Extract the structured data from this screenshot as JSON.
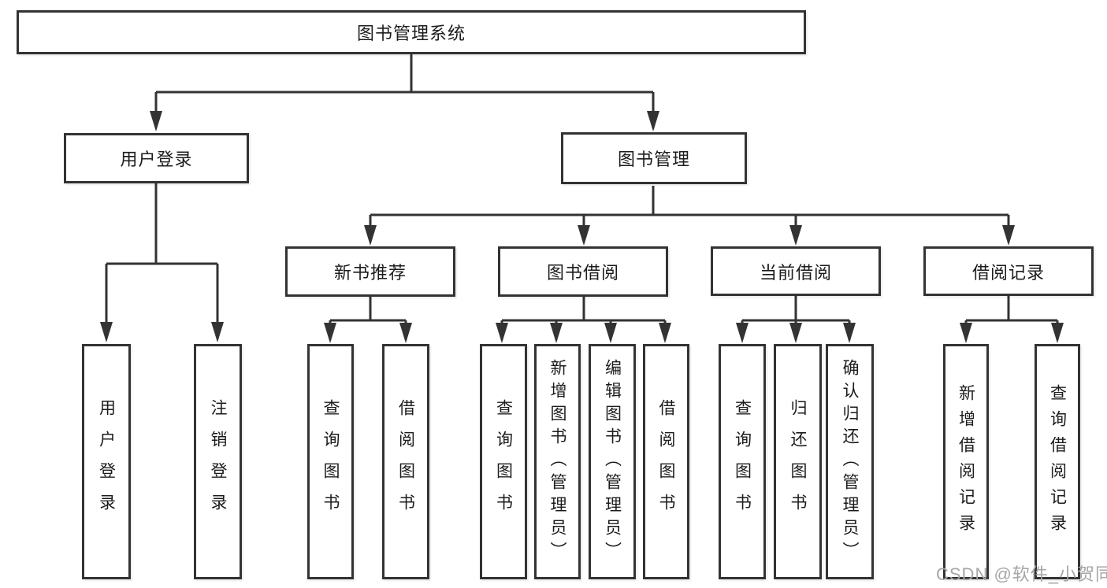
{
  "diagram": {
    "root": {
      "label": "图书管理系统"
    },
    "level1": [
      {
        "label": "用户登录"
      },
      {
        "label": "图书管理"
      }
    ],
    "level2": [
      {
        "label": "新书推荐"
      },
      {
        "label": "图书借阅"
      },
      {
        "label": "当前借阅"
      },
      {
        "label": "借阅记录"
      }
    ],
    "leaves": {
      "user_login": [
        "用户登录",
        "注销登录"
      ],
      "new_book": [
        "查询图书",
        "借阅图书"
      ],
      "book_borrow": [
        "查询图书",
        "新增图书（管理员）",
        "编辑图书（管理员）",
        "借阅图书"
      ],
      "current_borrow": [
        "查询图书",
        "归还图书",
        "确认归还（管理员）"
      ],
      "borrow_record": [
        "新增借阅记录",
        "查询借阅记录"
      ]
    },
    "colors": {
      "line": "#333333",
      "text": "#1c1c1c",
      "background": "#ffffff",
      "watermark": "#a6a6a6"
    },
    "watermark": "CSDN @软件_小贺同学"
  }
}
